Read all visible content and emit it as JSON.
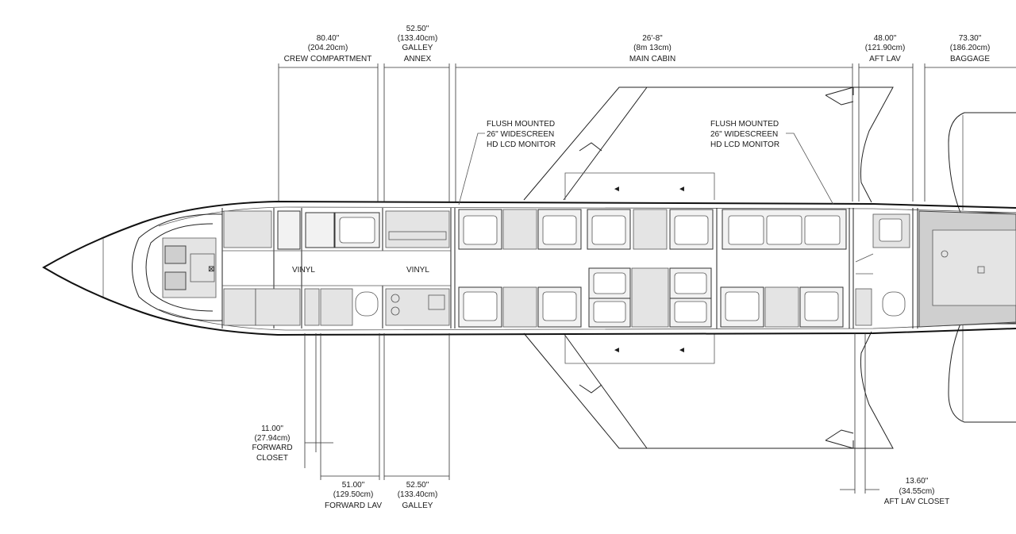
{
  "dimensions": {
    "crew_compartment": {
      "imperial": "80.40\"",
      "metric": "(204.20cm)",
      "label": "CREW COMPARTMENT"
    },
    "galley_annex": {
      "imperial": "52.50\"",
      "metric": "(133.40cm)",
      "label1": "GALLEY",
      "label2": "ANNEX"
    },
    "main_cabin": {
      "imperial": "26'-8\"",
      "metric": "(8m 13cm)",
      "label": "MAIN CABIN"
    },
    "aft_lav": {
      "imperial": "48.00\"",
      "metric": "(121.90cm)",
      "label": "AFT LAV"
    },
    "baggage": {
      "imperial": "73.30\"",
      "metric": "(186.20cm)",
      "label": "BAGGAGE"
    },
    "forward_closet": {
      "imperial": "11.00\"",
      "metric": "(27.94cm)",
      "label1": "FORWARD",
      "label2": "CLOSET"
    },
    "forward_lav": {
      "imperial": "51.00\"",
      "metric": "(129.50cm)",
      "label": "FORWARD LAV"
    },
    "galley": {
      "imperial": "52.50\"",
      "metric": "(133.40cm)",
      "label": "GALLEY"
    },
    "aft_lav_closet": {
      "imperial": "13.60\"",
      "metric": "(34.55cm)",
      "label": "AFT LAV CLOSET"
    }
  },
  "callouts": {
    "monitor_forward": {
      "line1": "FLUSH MOUNTED",
      "line2": "26\" WIDESCREEN",
      "line3": "HD LCD MONITOR"
    },
    "monitor_aft": {
      "line1": "FLUSH MOUNTED",
      "line2": "26\" WIDESCREEN",
      "line3": "HD LCD MONITOR"
    }
  },
  "floor_labels": {
    "crew_floor": "VINYL",
    "galley_floor": "VINYL"
  },
  "cockpit_glyph": "⊠",
  "arrow_glyph": "◄"
}
